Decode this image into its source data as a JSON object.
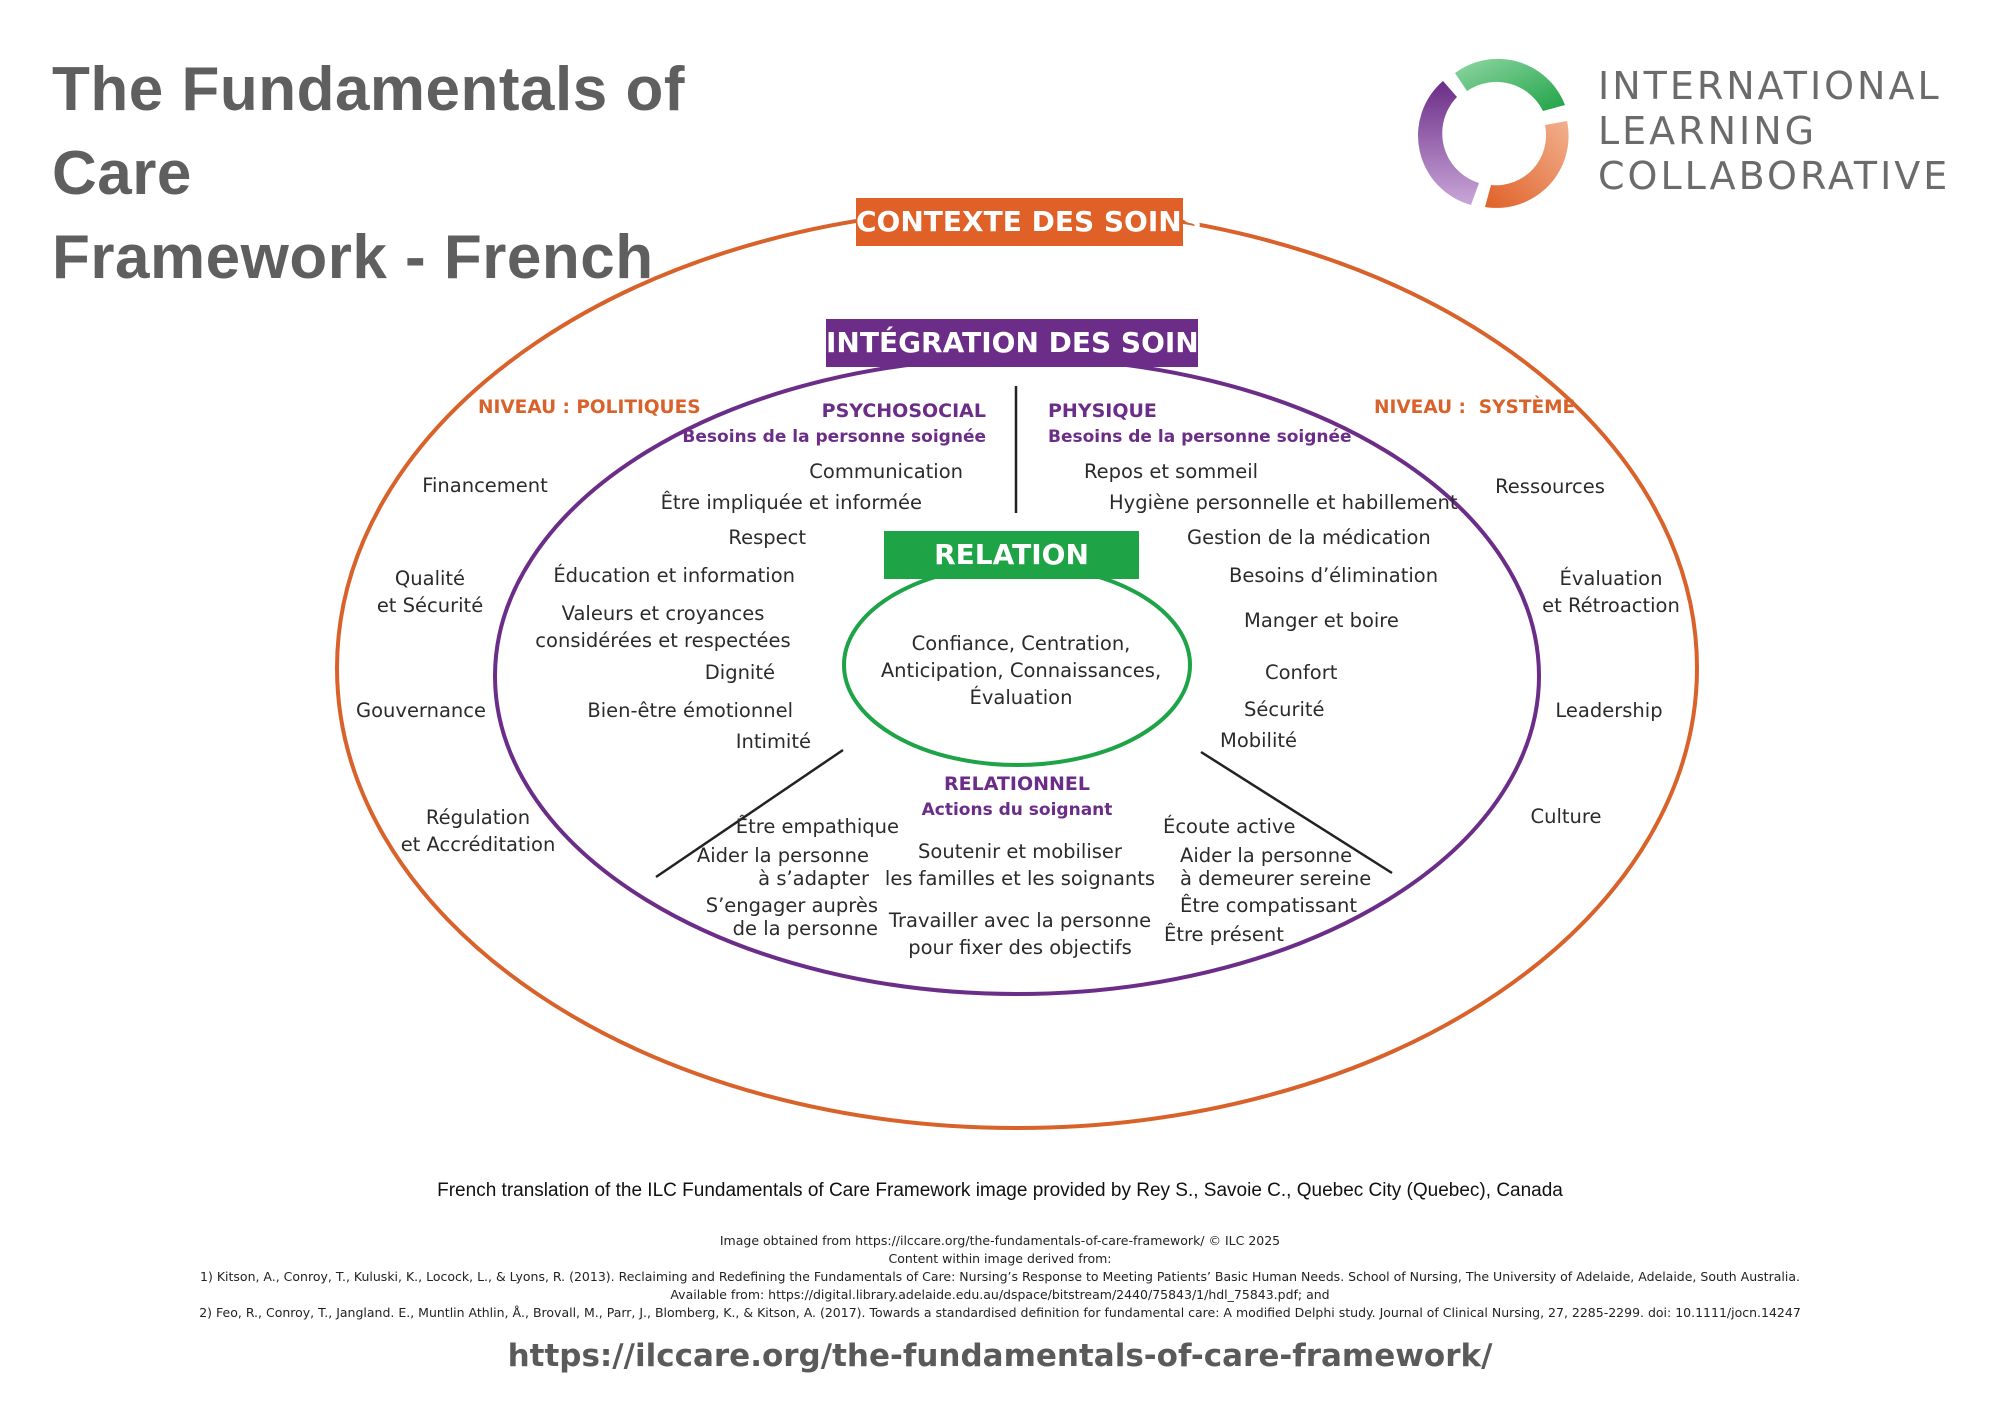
{
  "title": {
    "line1": "The Fundamentals of Care",
    "line2": "Framework - French"
  },
  "logo": {
    "line1": "INTERNATIONAL",
    "line2": "LEARNING",
    "line3": "COLLABORATIVE",
    "colors": {
      "green": "#1fa347",
      "purple": "#6b2d87",
      "orange": "#e06128"
    }
  },
  "colors": {
    "context": "#e06128",
    "integration": "#6b2d87",
    "relation": "#1fa347"
  },
  "diagram": {
    "context_title": "CONTEXTE DES SOINS",
    "integration_title": "INTÉGRATION DES SOINS",
    "relation_title": "RELATION",
    "relation_content": "Confiance, Centration,\nAnticipation, Connaissances,\nÉvaluation",
    "policy": {
      "heading": "NIVEAU : POLITIQUES",
      "items": [
        "Financement",
        "Qualité\net Sécurité",
        "Gouvernance",
        "Régulation\net Accréditation"
      ]
    },
    "system": {
      "heading": "NIVEAU :  SYSTÈME",
      "items": [
        "Ressources",
        "Évaluation\net Rétroaction",
        "Leadership",
        "Culture"
      ]
    },
    "psychosocial": {
      "heading": "PSYCHOSOCIAL",
      "subheading": "Besoins de la personne soignée",
      "items": [
        "Communication",
        "Être impliquée et informée",
        "Respect",
        "Éducation et information",
        "Valeurs et croyances\nconsidérées et respectées",
        "Dignité",
        "Bien-être émotionnel",
        "Intimité"
      ]
    },
    "physical": {
      "heading": "PHYSIQUE",
      "subheading": "Besoins de la personne soignée",
      "items": [
        "Repos et sommeil",
        "Hygiène personnelle et habillement",
        "Gestion de la médication",
        "Besoins d’élimination",
        "Manger et boire",
        "Confort",
        "Sécurité",
        "Mobilité"
      ]
    },
    "relational": {
      "heading": "RELATIONNEL",
      "subheading": "Actions du soignant",
      "left_items": [
        "Être empathique",
        "Aider la personne\nà s’adapter",
        "S’engager auprès\nde la personne"
      ],
      "center_items": [
        "Soutenir et mobiliser\nles familles et les soignants",
        "Travailler avec la personne\npour fixer des objectifs"
      ],
      "right_items": [
        "Écoute active",
        "Aider la personne\nà demeurer sereine",
        "Être compatissant",
        "Être présent"
      ]
    }
  },
  "credit": "French translation of the ILC Fundamentals of Care Framework image provided by Rey S., Savoie C., Quebec City (Quebec), Canada",
  "references": [
    "Image obtained from https://ilccare.org/the-fundamentals-of-care-framework/ © ILC 2025",
    "Content within image derived from:",
    "1) Kitson, A., Conroy, T., Kuluski, K., Locock, L., & Lyons, R. (2013). Reclaiming and Redefining the Fundamentals of Care: Nursing’s Response to Meeting Patients’ Basic Human Needs. School of Nursing, The University of Adelaide, Adelaide, South Australia.",
    "Available from: https://digital.library.adelaide.edu.au/dspace/bitstream/2440/75843/1/hdl_75843.pdf; and",
    "2) Feo, R., Conroy, T., Jangland. E., Muntlin Athlin, Å., Brovall, M., Parr, J., Blomberg, K., & Kitson, A. (2017). Towards a standardised definition for fundamental care: A modified Delphi study. Journal of Clinical Nursing, 27, 2285-2299. doi: 10.1111/jocn.14247"
  ],
  "url": "https://ilccare.org/the-fundamentals-of-care-framework/"
}
